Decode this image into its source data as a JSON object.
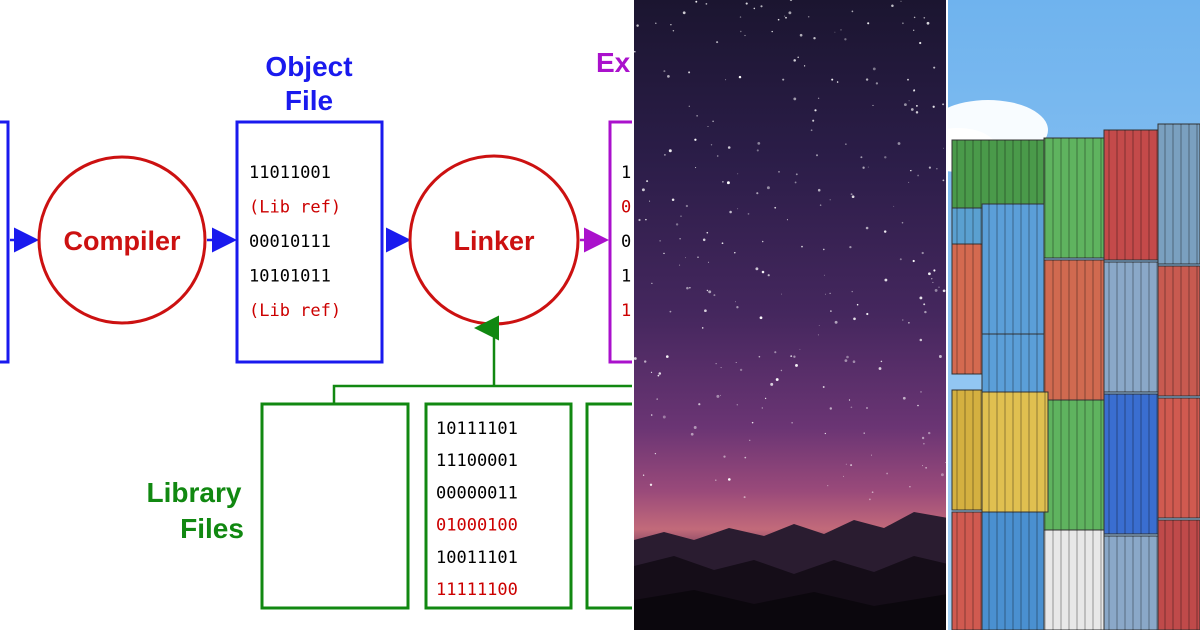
{
  "diagram": {
    "labels": {
      "object_file_line1": "Object",
      "object_file_line2": "File",
      "executable_partial": "Ex",
      "compiler": "Compiler",
      "linker": "Linker",
      "library_files_line1": "Library",
      "library_files_line2": "Files"
    },
    "object_file_lines": [
      {
        "text": "11011001",
        "color": "#000000"
      },
      {
        "text": "(Lib ref)",
        "color": "#cc0000"
      },
      {
        "text": "00010111",
        "color": "#000000"
      },
      {
        "text": "10101011",
        "color": "#000000"
      },
      {
        "text": "(Lib ref)",
        "color": "#cc0000"
      }
    ],
    "library_file_lines": [
      {
        "text": "10111101",
        "color": "#000000"
      },
      {
        "text": "11100001",
        "color": "#000000"
      },
      {
        "text": "00000011",
        "color": "#000000"
      },
      {
        "text": "01000100",
        "color": "#cc0000"
      },
      {
        "text": "10011101",
        "color": "#000000"
      },
      {
        "text": "11111100",
        "color": "#cc0000"
      }
    ],
    "exe_partial_lines": [
      {
        "text": "1",
        "color": "#000000"
      },
      {
        "text": "0",
        "color": "#cc0000"
      },
      {
        "text": "0",
        "color": "#000000"
      },
      {
        "text": "1",
        "color": "#000000"
      },
      {
        "text": "1",
        "color": "#cc0000"
      }
    ],
    "colors": {
      "blue": "#1a1aee",
      "red": "#cc1111",
      "green": "#118811",
      "purple": "#aa11cc"
    }
  }
}
